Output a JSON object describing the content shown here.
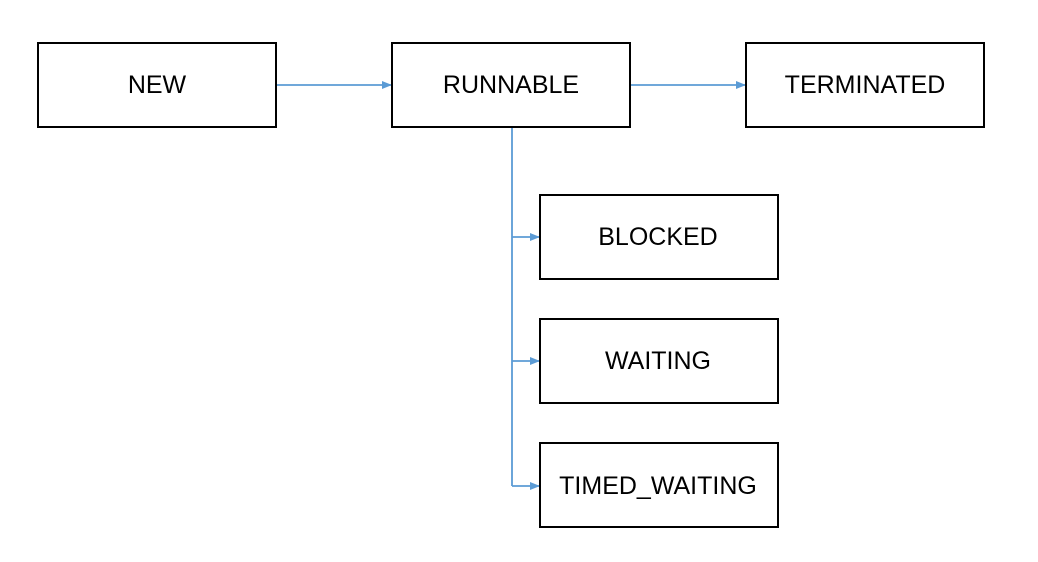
{
  "diagram": {
    "connector_color": "#5b9bd5",
    "box_border_color": "#000000",
    "nodes": {
      "new": {
        "label": "NEW"
      },
      "runnable": {
        "label": "RUNNABLE"
      },
      "terminated": {
        "label": "TERMINATED"
      },
      "blocked": {
        "label": "BLOCKED"
      },
      "waiting": {
        "label": "WAITING"
      },
      "timed_waiting": {
        "label": "TIMED_WAITING"
      }
    },
    "edges": [
      {
        "from": "NEW",
        "to": "RUNNABLE"
      },
      {
        "from": "RUNNABLE",
        "to": "TERMINATED"
      },
      {
        "from": "RUNNABLE",
        "to": "BLOCKED"
      },
      {
        "from": "RUNNABLE",
        "to": "WAITING"
      },
      {
        "from": "RUNNABLE",
        "to": "TIMED_WAITING"
      }
    ]
  }
}
